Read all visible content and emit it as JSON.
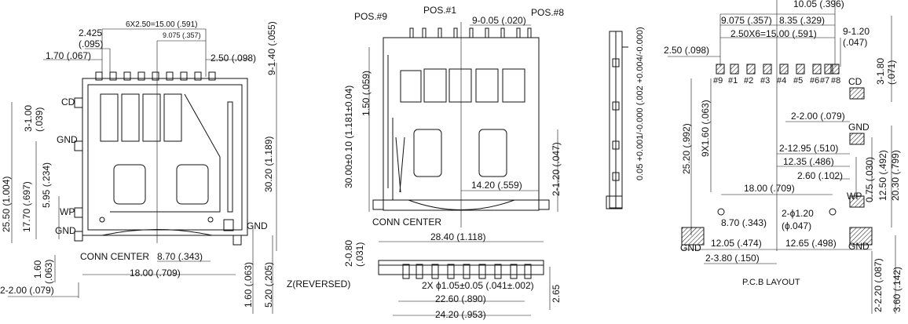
{
  "title": "P.C.B LAYOUT",
  "left_view": {
    "labels": {
      "pitch_total": "6X2.50=15.00 (.591)",
      "pitch_9075": "9.075 (.357)",
      "d2425a": "2.425",
      "d2425b": "(.095)",
      "d170": "1.70 (.067)",
      "d250": "2.50 (.098)",
      "d140": "9-1.40 (.055)",
      "cd": "CD",
      "gnd1": "GND",
      "wp": "WP",
      "gnd2": "GND",
      "gnd3": "GND",
      "d3100a": "3-1.00",
      "d3100b": "(.039)",
      "d2550": "25.50 (1.004)",
      "d1770": "17.70 (.697)",
      "d595": "5.95 (.234)",
      "d3020": "30.20 (1.189)",
      "d160a": "1.60",
      "d160b": "(.063)",
      "d200": "2-2.00 (.079)",
      "conn_center": "CONN CENTER",
      "d870": "8.70 (.343)",
      "d1800": "18.00 (.709)",
      "d160r": "1.60 (.063)",
      "d520": "5.20 (.205)"
    }
  },
  "center_view": {
    "labels": {
      "pos9": "POS.#9",
      "pos1": "POS.#1",
      "pos8": "POS.#8",
      "pitch": "9-0.05 (.020)",
      "d150": "1.50 (.059)",
      "d3000": "30.00±0.10 (1.181±0.04)",
      "d1420": "14.20 (.559)",
      "d120": "2-1.20 (.047)",
      "conn_center": "CONN CENTER",
      "d2840": "28.40 (1.118)",
      "d080a": "2-0.80",
      "d080b": "(.031)",
      "zrev": "Z(REVERSED)",
      "hole": "2X ϕ1.05±0.05 (.041±.002)",
      "d2260": "22.60 (.890)",
      "d2420": "24.20 (.953)",
      "d265": "2.65"
    }
  },
  "side_view": {
    "labels": {
      "tol": "0.05 +0.001/-0.000 (.002 +0.004/-0.000)"
    }
  },
  "pcb_view": {
    "labels": {
      "d1005": "10.05 (.396)",
      "d9075": "9.075 (.357)",
      "d835": "8.35 (.329)",
      "d250x6": "2.50X6=15.00 (.591)",
      "d9120a": "9-1.20",
      "d9120b": "(.047)",
      "d250": "2.50 (.098)",
      "pins": [
        "#9",
        "#1",
        "#2",
        "#3",
        "#4",
        "#5",
        "#6",
        "#7",
        "#8"
      ],
      "d3180a": "3-1.80",
      "d3180b": "(.071)",
      "cd": "CD",
      "d2200": "2-2.00 (.079)",
      "gnd1": "GND",
      "d2520": "25.20 (.992)",
      "d9x160": "9X1.60 (.063)",
      "d21295": "2-12.95 (.510)",
      "d1235": "12.35 (.486)",
      "d260": "2.60 (.102)",
      "d2030": "20.30 (.799)",
      "d1250": "12.50 (.492)",
      "d075": "0.75 (.030)",
      "d1800": "18.00 (.709)",
      "wp": "WP",
      "d870": "8.70 (.343)",
      "d2phia": "2-ϕ1.20",
      "d2phib": "(ϕ.047)",
      "gnd_l": "GND",
      "gnd_r": "GND",
      "d1205": "12.05 (.474)",
      "d1265": "12.65 (.498)",
      "d2380": "2-3.80 (.150)",
      "d2220": "2-2.20 (.087)",
      "d360": "3.60 (.142)"
    }
  }
}
